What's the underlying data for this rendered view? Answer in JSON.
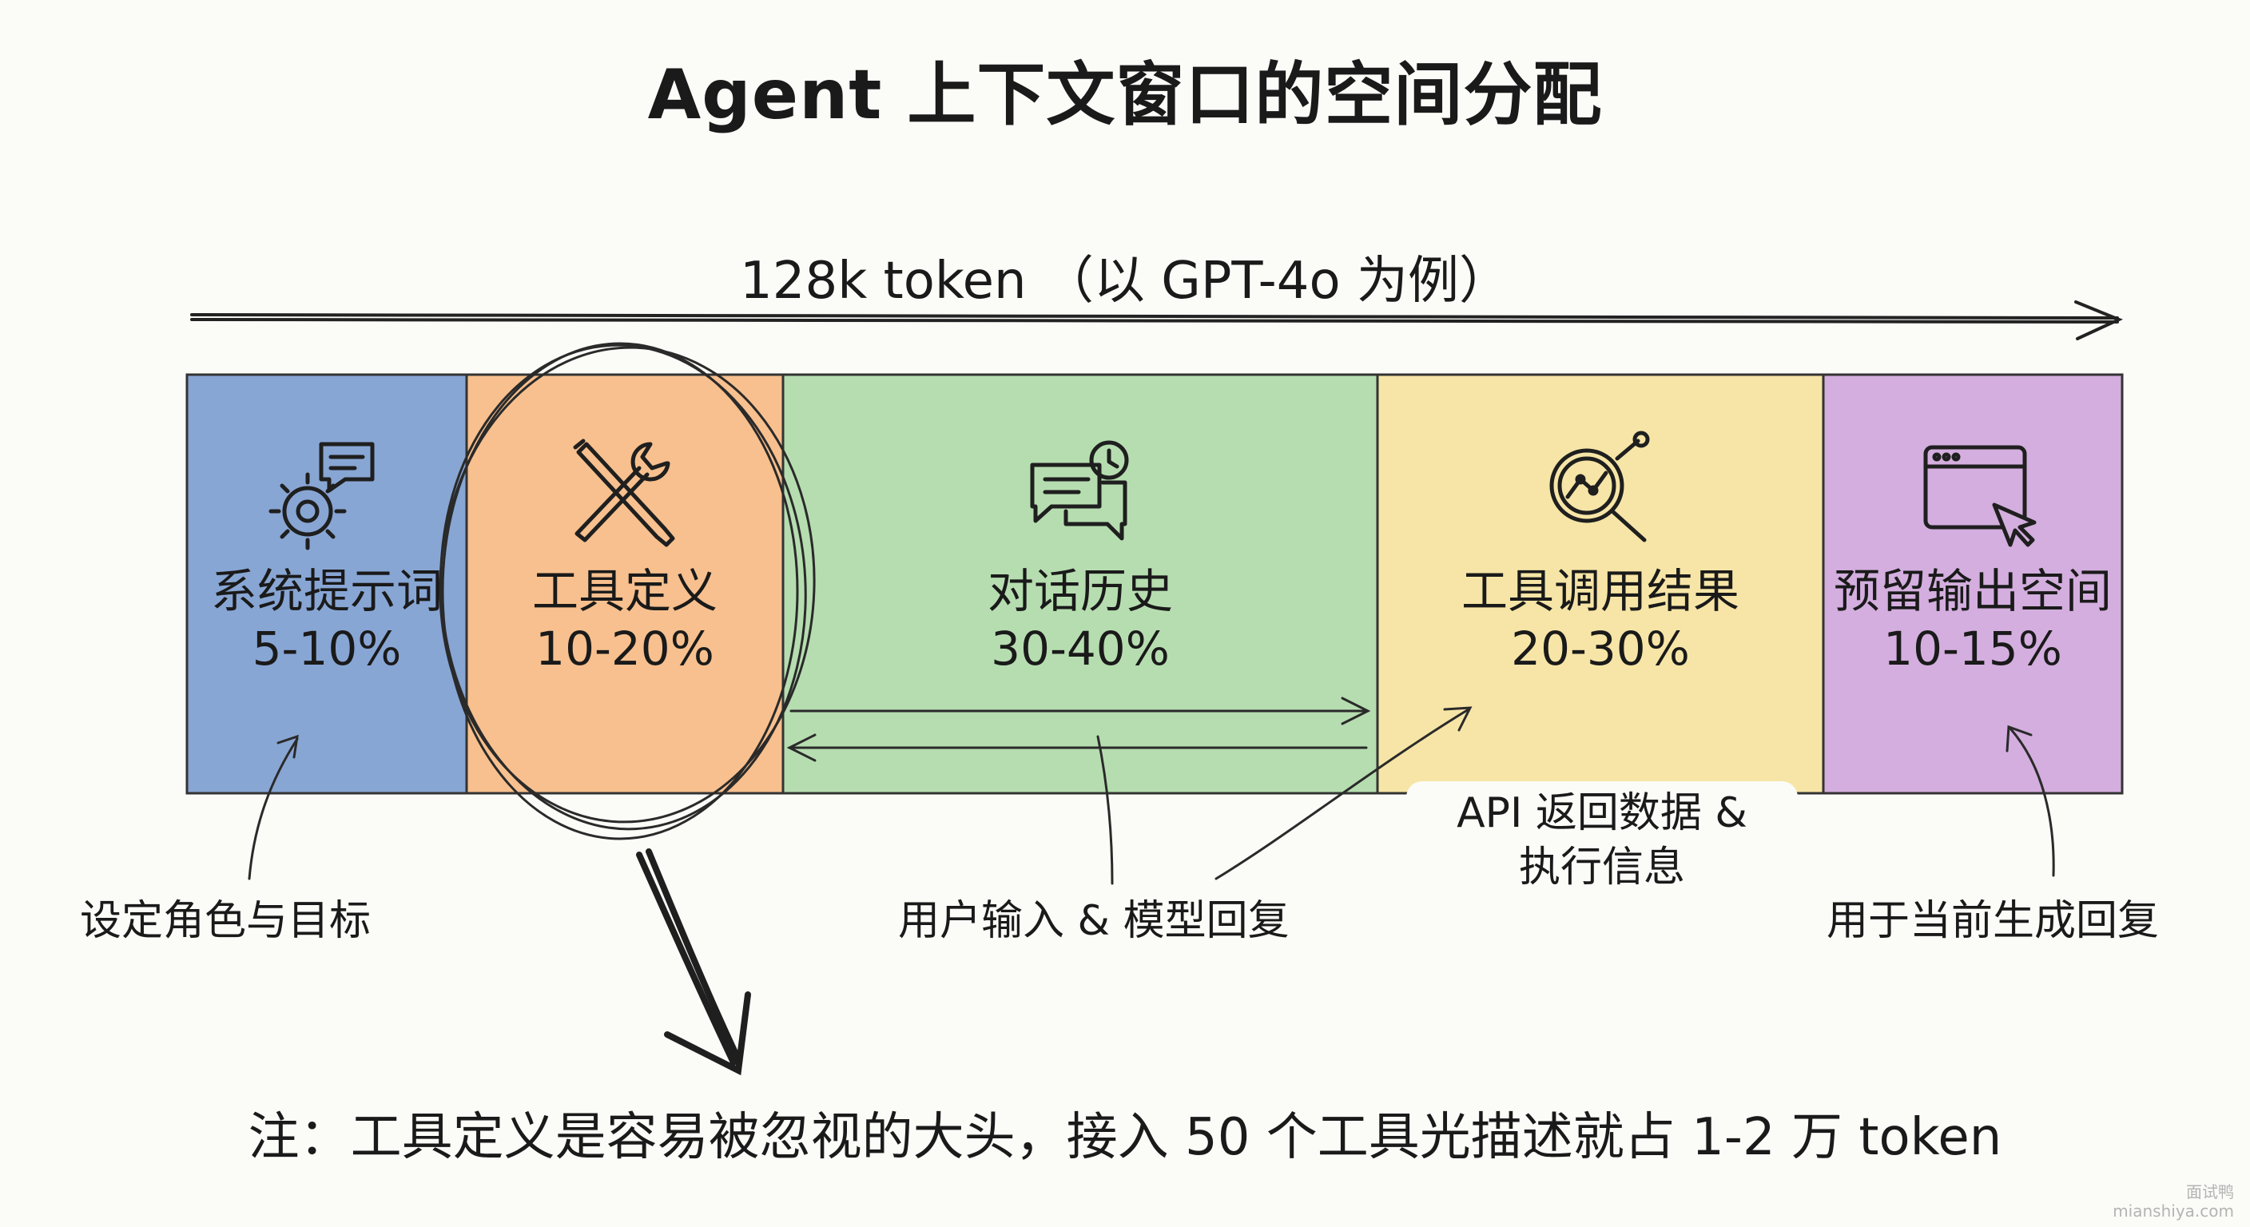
{
  "title": "Agent 上下文窗口的空间分配",
  "span_label": "128k token （以 GPT-4o 为例）",
  "segments": [
    {
      "name": "系统提示词",
      "percent": "5-10%",
      "icon": "gear-chat-icon",
      "color": "#88a6d4"
    },
    {
      "name": "工具定义",
      "percent": "10-20%",
      "icon": "wrench-screwdriver-icon",
      "color": "#f7c08e"
    },
    {
      "name": "对话历史",
      "percent": "30-40%",
      "icon": "chat-clock-icon",
      "color": "#b6ddb0"
    },
    {
      "name": "工具调用结果",
      "percent": "20-30%",
      "icon": "search-chart-icon",
      "color": "#f6e5a6"
    },
    {
      "name": "预留输出空间",
      "percent": "10-15%",
      "icon": "browser-cursor-icon",
      "color": "#d3aede"
    }
  ],
  "callouts": {
    "system": "设定角色与目标",
    "history": "用户输入 & 模型回复",
    "tool_results_line1": "API 返回数据 &",
    "tool_results_line2": "执行信息",
    "output": "用于当前生成回复"
  },
  "note": "注：工具定义是容易被忽视的大头，接入 50 个工具光描述就占 1-2 万 token",
  "watermark": {
    "line1": "面试鸭",
    "line2": "mianshiya.com"
  }
}
